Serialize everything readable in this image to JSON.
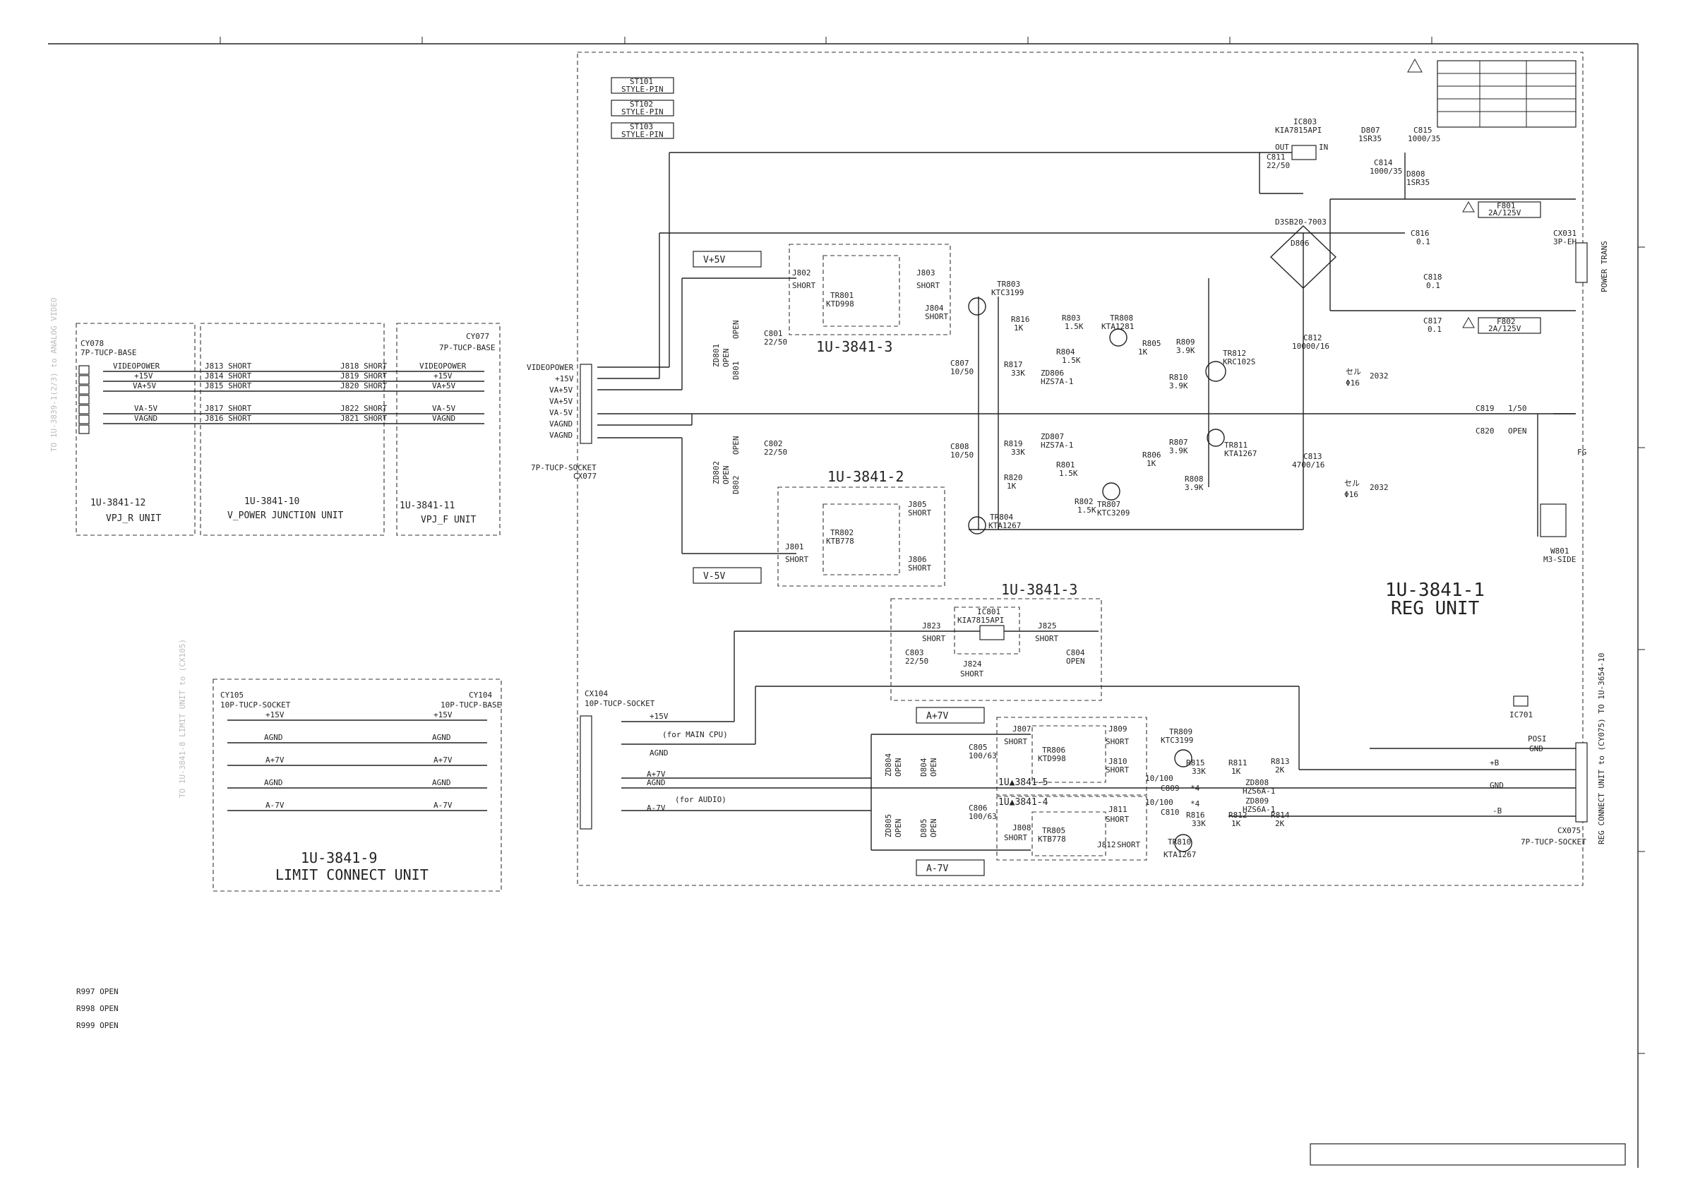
{
  "units": {
    "vpj_r": {
      "ref": "1U-3841-12",
      "name": "VPJ_R UNIT",
      "conn_ref": "CY078",
      "conn_type": "7P-TUCP-BASE",
      "signals": [
        "VIDEOPOWER",
        "+15V",
        "VA+5V",
        "VA-5V",
        "VAGND"
      ],
      "side_note": "TO 1U-3839-1(2/3) to ANALOG VIDEO"
    },
    "v_power_junction": {
      "ref": "1U-3841-10",
      "name": "V_POWER JUNCTION UNIT",
      "left": [
        "J813 SHORT",
        "J814 SHORT",
        "J815 SHORT",
        "J817 SHORT",
        "J816 SHORT"
      ],
      "right": [
        "J818 SHORT",
        "J819 SHORT",
        "J820 SHORT",
        "J822 SHORT",
        "J821 SHORT"
      ]
    },
    "vpj_f": {
      "ref": "1U-3841-11",
      "name": "VPJ_F UNIT",
      "conn_ref": "CY077",
      "conn_type": "7P-TUCP-BASE",
      "signals": [
        "VIDEOPOWER",
        "+15V",
        "VA+5V",
        "VA-5V",
        "VAGND"
      ]
    },
    "limit_connect": {
      "ref": "1U-3841-9",
      "name": "LIMIT CONNECT UNIT",
      "left_ref": "CY105",
      "left_type": "10P-TUCP-SOCKET",
      "right_ref": "CY104",
      "right_type": "10P-TUCP-BASE",
      "signals": [
        "+15V",
        "AGND",
        "A+7V",
        "AGND",
        "A-7V"
      ],
      "side_note": "TO 1U-3841-8 LIMIT UNIT to (CX105)"
    },
    "reg": {
      "ref": "1U-3841-1",
      "name": "REG UNIT"
    }
  },
  "style_pins": [
    {
      "ref": "ST101",
      "label": "STYLE-PIN"
    },
    {
      "ref": "ST102",
      "label": "STYLE-PIN"
    },
    {
      "ref": "ST103",
      "label": "STYLE-PIN"
    }
  ],
  "reg_connectors": {
    "cx077": {
      "ref": "CX077",
      "type": "7P-TUCP-SOCKET",
      "signals": [
        "VIDEOPOWER",
        "+15V",
        "VA+5V",
        "VA+5V",
        "VA-5V",
        "VAGND",
        "VAGND"
      ]
    },
    "cx104": {
      "ref": "CX104",
      "type": "10P-TUCP-SOCKET",
      "signals": [
        "+15V",
        "AGND",
        "A+7V",
        "AGND",
        "A-7V"
      ],
      "notes": [
        "(for MAIN CPU)",
        "(for AUDIO)"
      ]
    },
    "cx075": {
      "ref": "CX075",
      "type": "7P-TUCP-SOCKET",
      "signals": [
        "+B",
        "GND",
        "-B"
      ],
      "side_note": "REG CONNECT UNIT to (CY075) TO 1U-3654-10"
    },
    "cx031": {
      "ref": "CX031",
      "type": "3P-EH",
      "side_note": "POWER TRANS"
    },
    "w801": {
      "ref": "W801",
      "type": "M3-SIDE"
    },
    "fg": "FG"
  },
  "rail_labels": [
    "V+5V",
    "V-5V",
    "A+7V",
    "A-7V"
  ],
  "sub_units": [
    "1U-3841-3",
    "1U-3841-2",
    "1U-3841-3",
    "1U▲3841-5",
    "1U▲3841-4"
  ],
  "components": {
    "ic803": [
      "IC803",
      "KIA7815API"
    ],
    "ic801": [
      "IC801",
      "KIA7815API"
    ],
    "ic_pins": [
      "OUT",
      "IN"
    ],
    "tr801": [
      "TR801",
      "KTD998"
    ],
    "tr802": [
      "TR802",
      "KTB778"
    ],
    "tr803": [
      "TR803",
      "KTC3199"
    ],
    "tr804": [
      "TR804",
      "KTA1267"
    ],
    "tr805": [
      "TR805",
      "KTB778"
    ],
    "tr806": [
      "TR806",
      "KTD998"
    ],
    "tr807": [
      "TR807",
      "KTC3209"
    ],
    "tr808": [
      "TR808",
      "KTA1281"
    ],
    "tr809": [
      "TR809",
      "KTC3199"
    ],
    "tr810": [
      "TR810",
      "KTA1267"
    ],
    "tr811": [
      "TR811",
      "KTA1267"
    ],
    "tr812": [
      "TR812",
      "KRC102S"
    ],
    "d806": [
      "D806",
      "D3SB20-7003"
    ],
    "d807": [
      "D807",
      "1SR35"
    ],
    "d808": [
      "D808",
      "1SR35"
    ],
    "c811": [
      "C811",
      "22/50"
    ],
    "c814": [
      "C814",
      "1000/35"
    ],
    "c815": [
      "C815",
      "1000/35"
    ],
    "c816": [
      "C816",
      "0.1"
    ],
    "c818": [
      "C818",
      "0.1"
    ],
    "c817": [
      "C817",
      "0.1"
    ],
    "c812": [
      "C812",
      "10000/16"
    ],
    "c813": [
      "C813",
      "4700/16"
    ],
    "c801": [
      "C801",
      "22/50"
    ],
    "c802": [
      "C802",
      "22/50"
    ],
    "c807": [
      "C807",
      "10/50"
    ],
    "c808": [
      "C808",
      "10/50"
    ],
    "c803": [
      "C803",
      "22/50"
    ],
    "c804": [
      "C804",
      "OPEN"
    ],
    "c805": [
      "C805",
      "100/63"
    ],
    "c806": [
      "C806",
      "100/63"
    ],
    "c809": [
      "C809",
      "10/100"
    ],
    "c810": [
      "C810",
      "10/100"
    ],
    "c819": [
      "C819",
      "1/50"
    ],
    "c820": [
      "C820",
      "OPEN"
    ],
    "f801": [
      "F801",
      "2A/125V"
    ],
    "f802": [
      "F802",
      "2A/125V"
    ],
    "r816": [
      "R816",
      "1K"
    ],
    "r817": [
      "R817",
      "33K"
    ],
    "r819": [
      "R819",
      "33K"
    ],
    "r820": [
      "R820",
      "1K"
    ],
    "r803": [
      "R803",
      "1.5K"
    ],
    "r804": [
      "R804",
      "1.5K"
    ],
    "r801": [
      "R801",
      "1.5K"
    ],
    "r802": [
      "R802",
      "1.5K"
    ],
    "r805": [
      "R805",
      "1K"
    ],
    "r806": [
      "R806",
      "1K"
    ],
    "r809": [
      "R809",
      "3.9K"
    ],
    "r810": [
      "R810",
      "3.9K"
    ],
    "r807": [
      "R807",
      "3.9K"
    ],
    "r808": [
      "R808",
      "3.9K"
    ],
    "r815": [
      "R815",
      "33K"
    ],
    "r816b": [
      "R816",
      "33K"
    ],
    "r811": [
      "R811",
      "1K"
    ],
    "r812": [
      "R812",
      "1K"
    ],
    "r813": [
      "R813",
      "2K"
    ],
    "r814": [
      "R814",
      "2K"
    ],
    "zd801": [
      "ZD801",
      "OPEN"
    ],
    "zd802": [
      "ZD802",
      "OPEN"
    ],
    "d801": [
      "D801",
      "OPEN"
    ],
    "d802": [
      "D802",
      "OPEN"
    ],
    "zd806": [
      "ZD806",
      "HZS7A-1"
    ],
    "zd807": [
      "ZD807",
      "HZS7A-1"
    ],
    "zd804": [
      "ZD804",
      "OPEN"
    ],
    "zd805": [
      "ZD805",
      "OPEN"
    ],
    "d804": [
      "D804",
      "OPEN"
    ],
    "d805": [
      "D805",
      "OPEN"
    ],
    "zd808": [
      "ZD808",
      "HZS6A-1"
    ],
    "zd809": [
      "ZD809",
      "HZS6A-1"
    ],
    "ic701": [
      "IC701",
      "POSI",
      "GND"
    ],
    "cap_note": [
      "セル",
      "Φ16",
      "2032"
    ]
  },
  "jumpers": {
    "j802": "J802",
    "j803": "J803",
    "j804": "J804",
    "j801": "J801",
    "j805": "J805",
    "j806": "J806",
    "j823": "J823",
    "j824": "J824",
    "j825": "J825",
    "j807": "J807",
    "j808": "J808",
    "j809": "J809",
    "j810": "J810",
    "j811": "J811",
    "j812": "J812",
    "short": "SHORT"
  },
  "open_resistors": [
    "R997 OPEN",
    "R998 OPEN",
    "R999 OPEN"
  ],
  "star4": "*4"
}
